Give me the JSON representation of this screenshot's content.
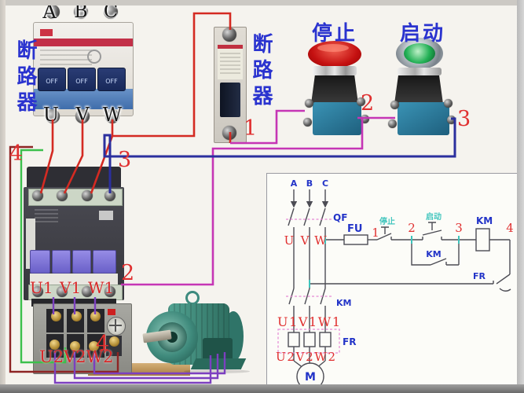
{
  "colors": {
    "wire_red": "#d42a22",
    "wire_magenta": "#c535b5",
    "wire_blue": "#2b2f9e",
    "wire_green": "#3cc04c",
    "wire_maroon": "#8e2424",
    "wire_purple": "#7c3fc0",
    "label_blue": "#2a33cf",
    "label_red": "#e03030",
    "schematic_teal": "#43c6be",
    "schematic_pink": "#e688d4",
    "stop_button_red": "#c41010",
    "start_button_green": "#22b055",
    "button_base_teal": "#2a7da0",
    "contactor_gray": "#3f3f46",
    "motor_teal": "#3f8a7c"
  },
  "photo": {
    "main_breaker": {
      "vertical_label": "断路器",
      "top_terminals": [
        "A",
        "B",
        "C"
      ],
      "bottom_terminals": [
        "U",
        "V",
        "W"
      ],
      "toggle_text": "OFF"
    },
    "aux_breaker": {
      "vertical_label": "断路器"
    },
    "stop_button_label": "停止",
    "start_button_label": "启动",
    "contactor_terminals": [
      "U1",
      "V1",
      "W1"
    ],
    "relay_bottom_label": "U2V2W2",
    "wire_labels": {
      "n1": "1",
      "n2_top": "2",
      "n2_bottom": "2",
      "n3_top": "3",
      "n3_bottom": "3",
      "n4_left": "4",
      "n4_bottom": "4"
    }
  },
  "schematic": {
    "phases": [
      "A",
      "B",
      "C"
    ],
    "breaker": "QF",
    "uvw": [
      "U",
      "V",
      "W"
    ],
    "fuse": "FU",
    "stop": "停止",
    "start": "启动",
    "numbers": {
      "n1": "1",
      "n2": "2",
      "n3": "3",
      "n4": "4"
    },
    "km_coil": "KM",
    "km_aux": "KM",
    "km_main": "KM",
    "fr_contact": "FR",
    "fr_heater": "FR",
    "motor_terminals_top": "U1V1W1",
    "motor_terminals_bottom": "U2V2W2",
    "motor": "M"
  }
}
